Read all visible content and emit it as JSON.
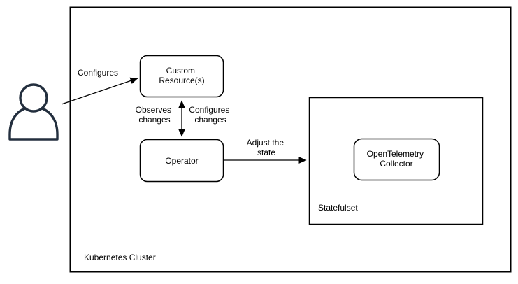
{
  "colors": {
    "line": "#000000",
    "person_icon": "#232F3E",
    "box_fill": "#ffffff",
    "background": "#ffffff"
  },
  "containers": {
    "kubernetes_cluster": {
      "label": "Kubernetes Cluster"
    },
    "statefulset": {
      "label": "Statefulset"
    }
  },
  "nodes": {
    "custom_resources": {
      "line1": "Custom",
      "line2": "Resource(s)"
    },
    "operator": {
      "label": "Operator"
    },
    "otel_collector": {
      "line1": "OpenTelemetry",
      "line2": "Collector"
    }
  },
  "edges": {
    "user_configures": {
      "label": "Configures"
    },
    "observes_changes": {
      "line1": "Observes",
      "line2": "changes"
    },
    "configures_changes": {
      "line1": "Configures",
      "line2": "changes"
    },
    "adjust_state": {
      "line1": "Adjust the",
      "line2": "state"
    }
  },
  "icons": {
    "person": "person-icon"
  }
}
